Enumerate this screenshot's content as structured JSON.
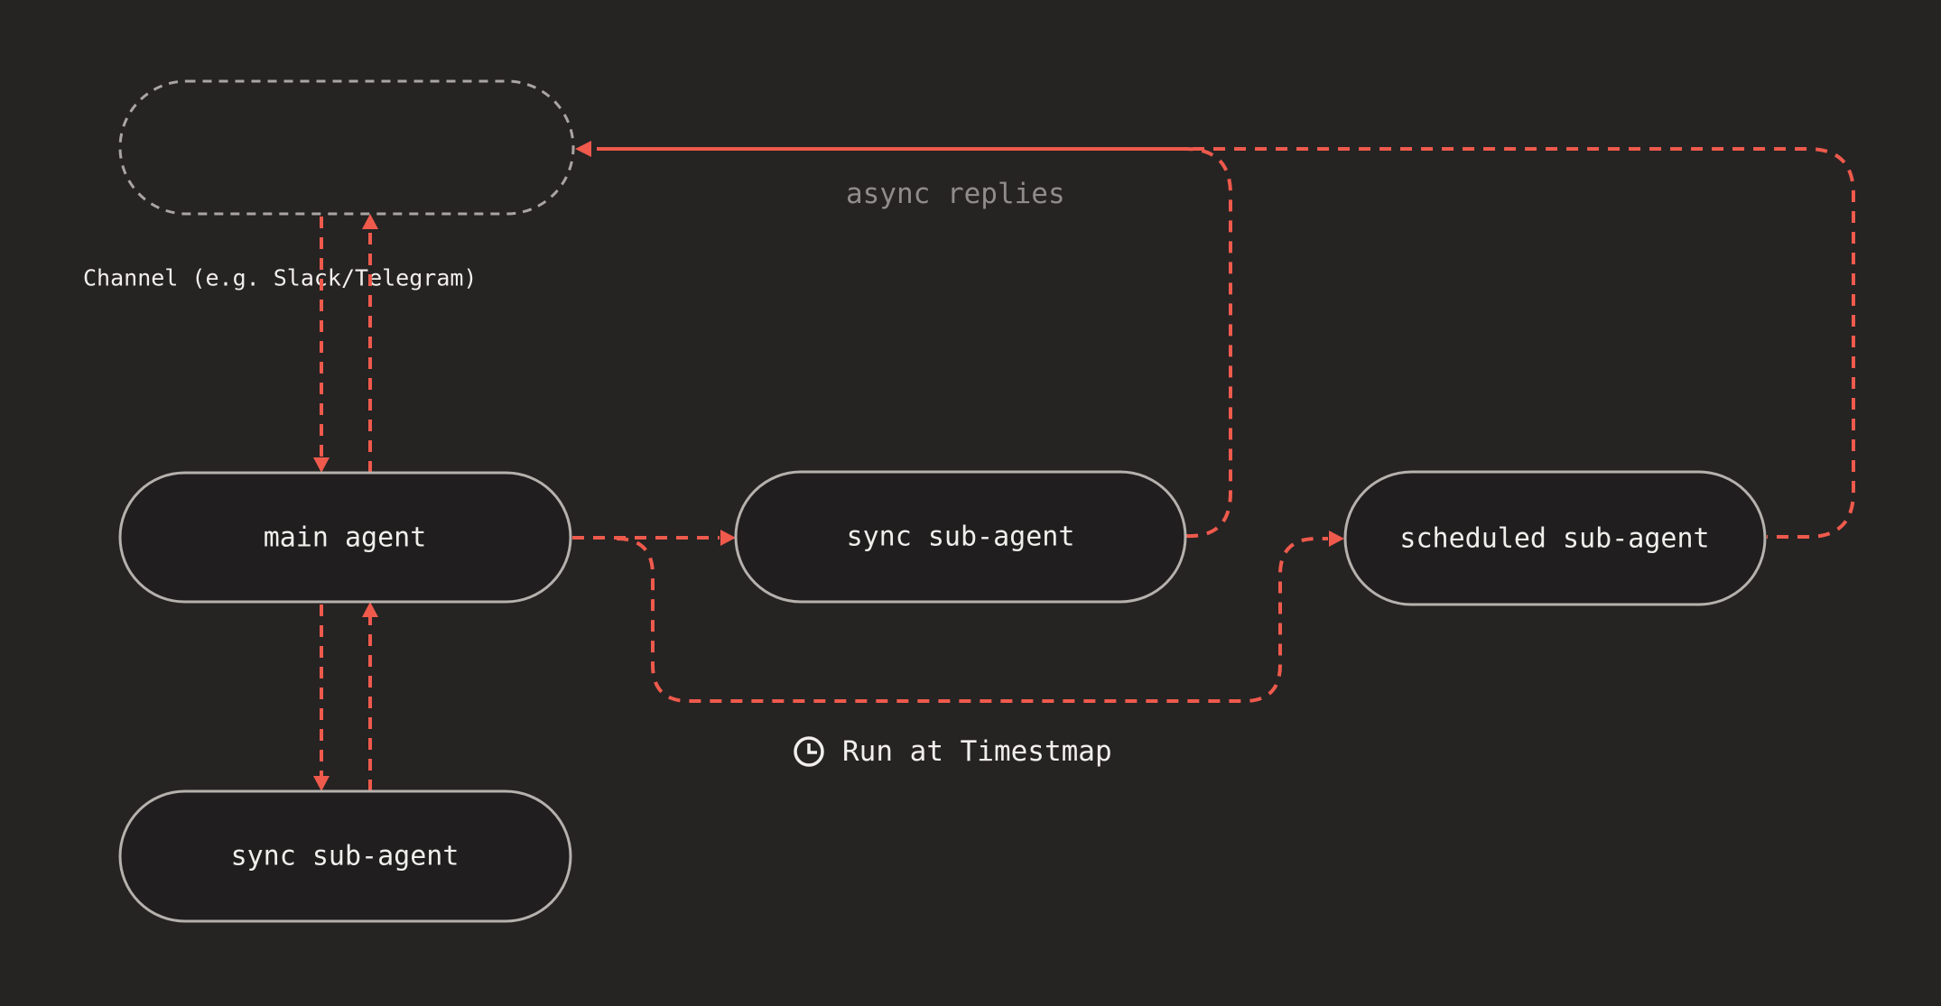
{
  "colors": {
    "background": "#262323",
    "node_fill": "#201e1e",
    "node_border": "#b5b1ad",
    "channel_border": "#a8a5a2",
    "arrow": "#ef5a4c",
    "text_primary": "#f1efec",
    "text_muted": "#8f8c8a"
  },
  "nodes": {
    "channel": {
      "label": "",
      "caption": "Channel (e.g. Slack/Telegram)"
    },
    "main_agent": {
      "label": "main agent"
    },
    "sync_sub_agent": {
      "label": "sync sub-agent"
    },
    "scheduled_sub_agent": {
      "label": "scheduled sub-agent"
    },
    "sync_sub_agent_bottom": {
      "label": "sync sub-agent"
    }
  },
  "annotations": {
    "async_replies": "async replies",
    "run_at": "Run at Timestmap",
    "run_at_icon": "clock-icon"
  },
  "edges": [
    {
      "from": "channel",
      "to": "main_agent",
      "style": "dashed-arrow"
    },
    {
      "from": "main_agent",
      "to": "channel",
      "style": "dashed-arrow"
    },
    {
      "from": "main_agent",
      "to": "sync_sub_agent",
      "style": "dashed-arrow"
    },
    {
      "from": "main_agent",
      "to": "scheduled_sub_agent",
      "style": "dashed-arrow",
      "label": "Run at Timestmap"
    },
    {
      "from": "main_agent",
      "to": "sync_sub_agent_bottom",
      "style": "dashed-arrow"
    },
    {
      "from": "sync_sub_agent_bottom",
      "to": "main_agent",
      "style": "dashed-arrow"
    },
    {
      "from": "sync_sub_agent",
      "to": "channel",
      "style": "dashed-arrow",
      "label": "async replies"
    },
    {
      "from": "scheduled_sub_agent",
      "to": "channel",
      "style": "dashed-arrow",
      "label": "async replies"
    }
  ]
}
